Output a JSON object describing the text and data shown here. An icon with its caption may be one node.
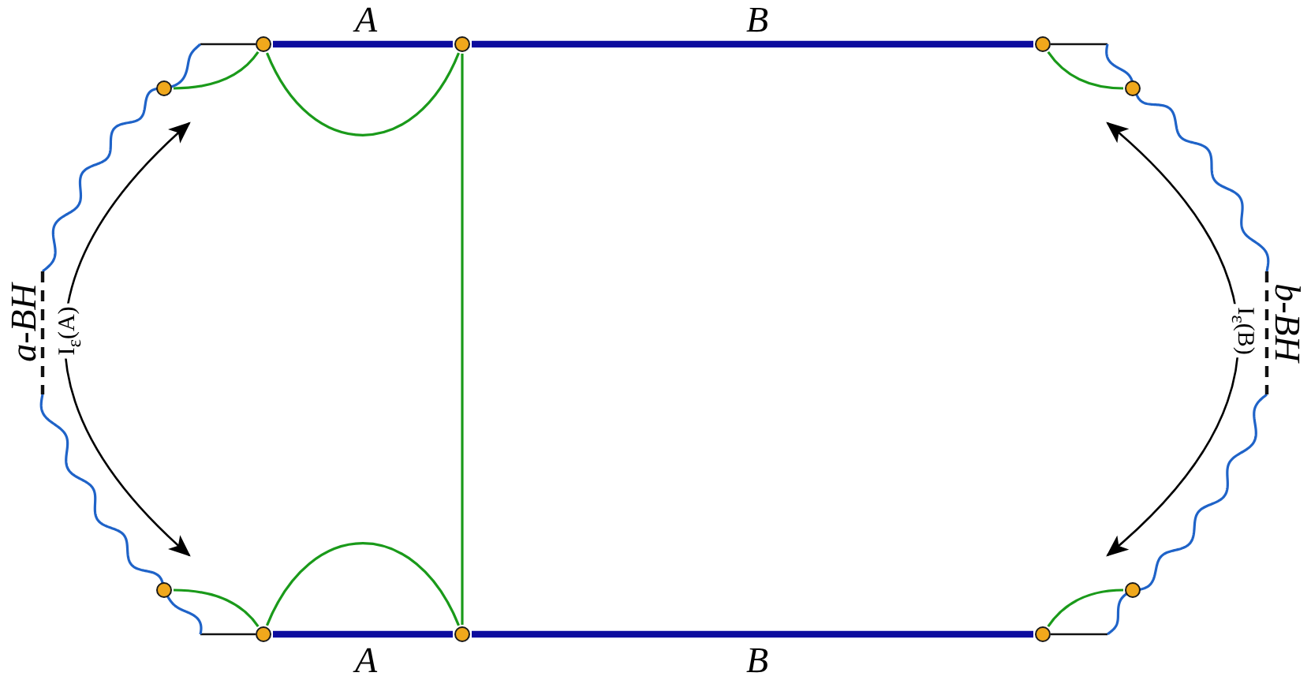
{
  "diagram": {
    "nodes": [
      {
        "text": [],
        "shape": "circle"
      },
      {
        "text": [],
        "shape": "circle"
      },
      {
        "text": [],
        "shape": "circle"
      },
      {
        "text": [],
        "shape": "circle"
      },
      {
        "text": [],
        "shape": "circle"
      },
      {
        "text": [],
        "shape": "circle"
      },
      {
        "text": [],
        "shape": "circle"
      },
      {
        "text": [],
        "shape": "circle"
      },
      {
        "text": [],
        "shape": "circle"
      },
      {
        "text": [],
        "shape": "circle"
      }
    ],
    "edges": [
      {
        "from": 0,
        "to": 1,
        "arrow": "none",
        "style": "thick",
        "color": "#0c0c9e"
      },
      {
        "from": 1,
        "to": 2,
        "arrow": "none",
        "style": "thick",
        "color": "#0c0c9e"
      },
      {
        "from": 7,
        "to": 8,
        "arrow": "none",
        "style": "thick",
        "color": "#0c0c9e"
      },
      {
        "from": 8,
        "to": 9,
        "arrow": "none",
        "style": "thick",
        "color": "#0c0c9e"
      },
      {
        "from": 3,
        "to": 0,
        "arrow": "none"
      },
      {
        "from": 0,
        "to": 1,
        "arrow": "none"
      },
      {
        "from": 1,
        "to": 8,
        "arrow": "none"
      },
      {
        "from": 2,
        "to": 4,
        "arrow": "none"
      },
      {
        "from": 5,
        "to": 7,
        "arrow": "none"
      },
      {
        "from": 7,
        "to": 8,
        "arrow": "none"
      },
      {
        "from": 6,
        "to": 9,
        "arrow": "none"
      },
      {
        "from": 3,
        "to": 5,
        "arrow": "both",
        "label": "I$_{ε}$(A)",
        "color": "#000000"
      },
      {
        "from": 4,
        "to": 6,
        "arrow": "both",
        "label": "I$_{ε}$(B)",
        "color": "#000000"
      }
    ],
    "labels": [
      "A",
      "B",
      "a-BH",
      "b-BH",
      "A",
      "B"
    ]
  }
}
